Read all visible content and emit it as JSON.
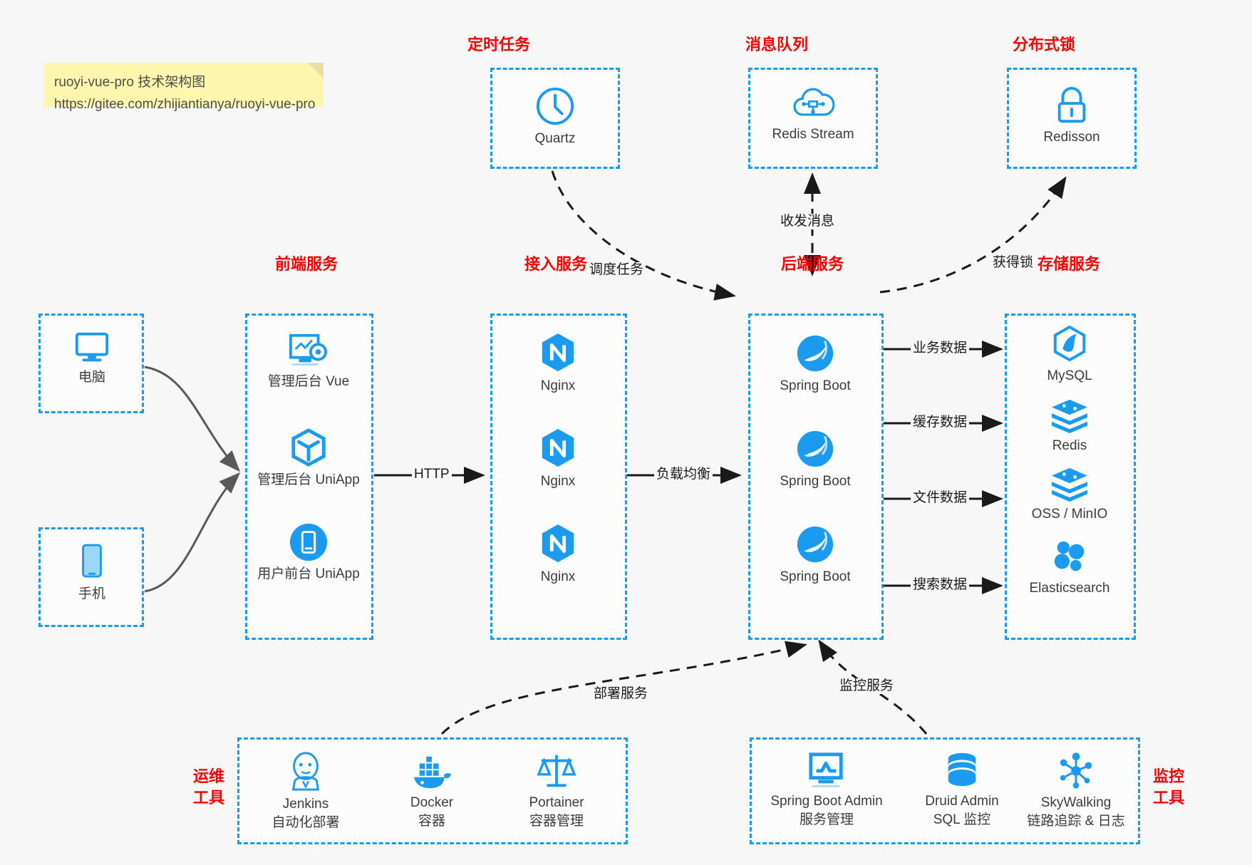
{
  "note": {
    "line1": "ruoyi-vue-pro 技术架构图",
    "line2": "https://gitee.com/zhijiantianya/ruoyi-vue-pro"
  },
  "colors": {
    "accent_blue": "#1a9bf0",
    "title_red": "#ff0000",
    "background": "#f7f7f7",
    "note_yellow": "#fdf6ad",
    "arrow_dark": "#1a1a1a",
    "arrow_gray": "#595959"
  },
  "groups": {
    "scheduled_task": {
      "title": "定时任务",
      "nodes": [
        {
          "icon": "clock-icon",
          "label": "Quartz"
        }
      ]
    },
    "message_queue": {
      "title": "消息队列",
      "nodes": [
        {
          "icon": "cloud-stream-icon",
          "label": "Redis Stream"
        }
      ]
    },
    "distributed_lock": {
      "title": "分布式锁",
      "nodes": [
        {
          "icon": "lock-icon",
          "label": "Redisson"
        }
      ]
    },
    "clients": {
      "computer": {
        "icon": "monitor-icon",
        "label": "电脑"
      },
      "phone": {
        "icon": "phone-icon",
        "label": "手机"
      }
    },
    "frontend": {
      "title": "前端服务",
      "nodes": [
        {
          "icon": "dashboard-icon",
          "label": "管理后台 Vue"
        },
        {
          "icon": "cube-icon",
          "label": "管理后台 UniApp"
        },
        {
          "icon": "mobile-app-icon",
          "label": "用户前台 UniApp"
        }
      ]
    },
    "gateway": {
      "title": "接入服务",
      "nodes": [
        {
          "icon": "nginx-icon",
          "label": "Nginx"
        },
        {
          "icon": "nginx-icon",
          "label": "Nginx"
        },
        {
          "icon": "nginx-icon",
          "label": "Nginx"
        }
      ]
    },
    "backend": {
      "title": "后端服务",
      "nodes": [
        {
          "icon": "spring-boot-icon",
          "label": "Spring Boot"
        },
        {
          "icon": "spring-boot-icon",
          "label": "Spring Boot"
        },
        {
          "icon": "spring-boot-icon",
          "label": "Spring Boot"
        }
      ]
    },
    "storage": {
      "title": "存储服务",
      "nodes": [
        {
          "icon": "mysql-icon",
          "label": "MySQL"
        },
        {
          "icon": "redis-icon",
          "label": "Redis"
        },
        {
          "icon": "oss-icon",
          "label": "OSS / MinIO"
        },
        {
          "icon": "elasticsearch-icon",
          "label": "Elasticsearch"
        }
      ]
    },
    "devops": {
      "title_line1": "运维",
      "title_line2": "工具",
      "nodes": [
        {
          "icon": "jenkins-icon",
          "label": "Jenkins",
          "sub": "自动化部署"
        },
        {
          "icon": "docker-icon",
          "label": "Docker",
          "sub": "容器"
        },
        {
          "icon": "portainer-icon",
          "label": "Portainer",
          "sub": "容器管理"
        }
      ]
    },
    "monitoring": {
      "title_line1": "监控",
      "title_line2": "工具",
      "nodes": [
        {
          "icon": "monitor-chart-icon",
          "label": "Spring Boot Admin",
          "sub": "服务管理"
        },
        {
          "icon": "database-icon",
          "label": "Druid Admin",
          "sub": "SQL 监控"
        },
        {
          "icon": "skywalking-icon",
          "label": "SkyWalking",
          "sub": "链路追踪 & 日志"
        }
      ]
    }
  },
  "edges": [
    {
      "id": "http",
      "label": "HTTP"
    },
    {
      "id": "load-balance",
      "label": "负载均衡"
    },
    {
      "id": "schedule-task",
      "label": "调度任务"
    },
    {
      "id": "send-receive-message",
      "label": "收发消息"
    },
    {
      "id": "acquire-lock",
      "label": "获得锁"
    },
    {
      "id": "business-data",
      "label": "业务数据"
    },
    {
      "id": "cache-data",
      "label": "缓存数据"
    },
    {
      "id": "file-data",
      "label": "文件数据"
    },
    {
      "id": "search-data",
      "label": "搜索数据"
    },
    {
      "id": "deploy-service",
      "label": "部署服务"
    },
    {
      "id": "monitor-service",
      "label": "监控服务"
    }
  ]
}
